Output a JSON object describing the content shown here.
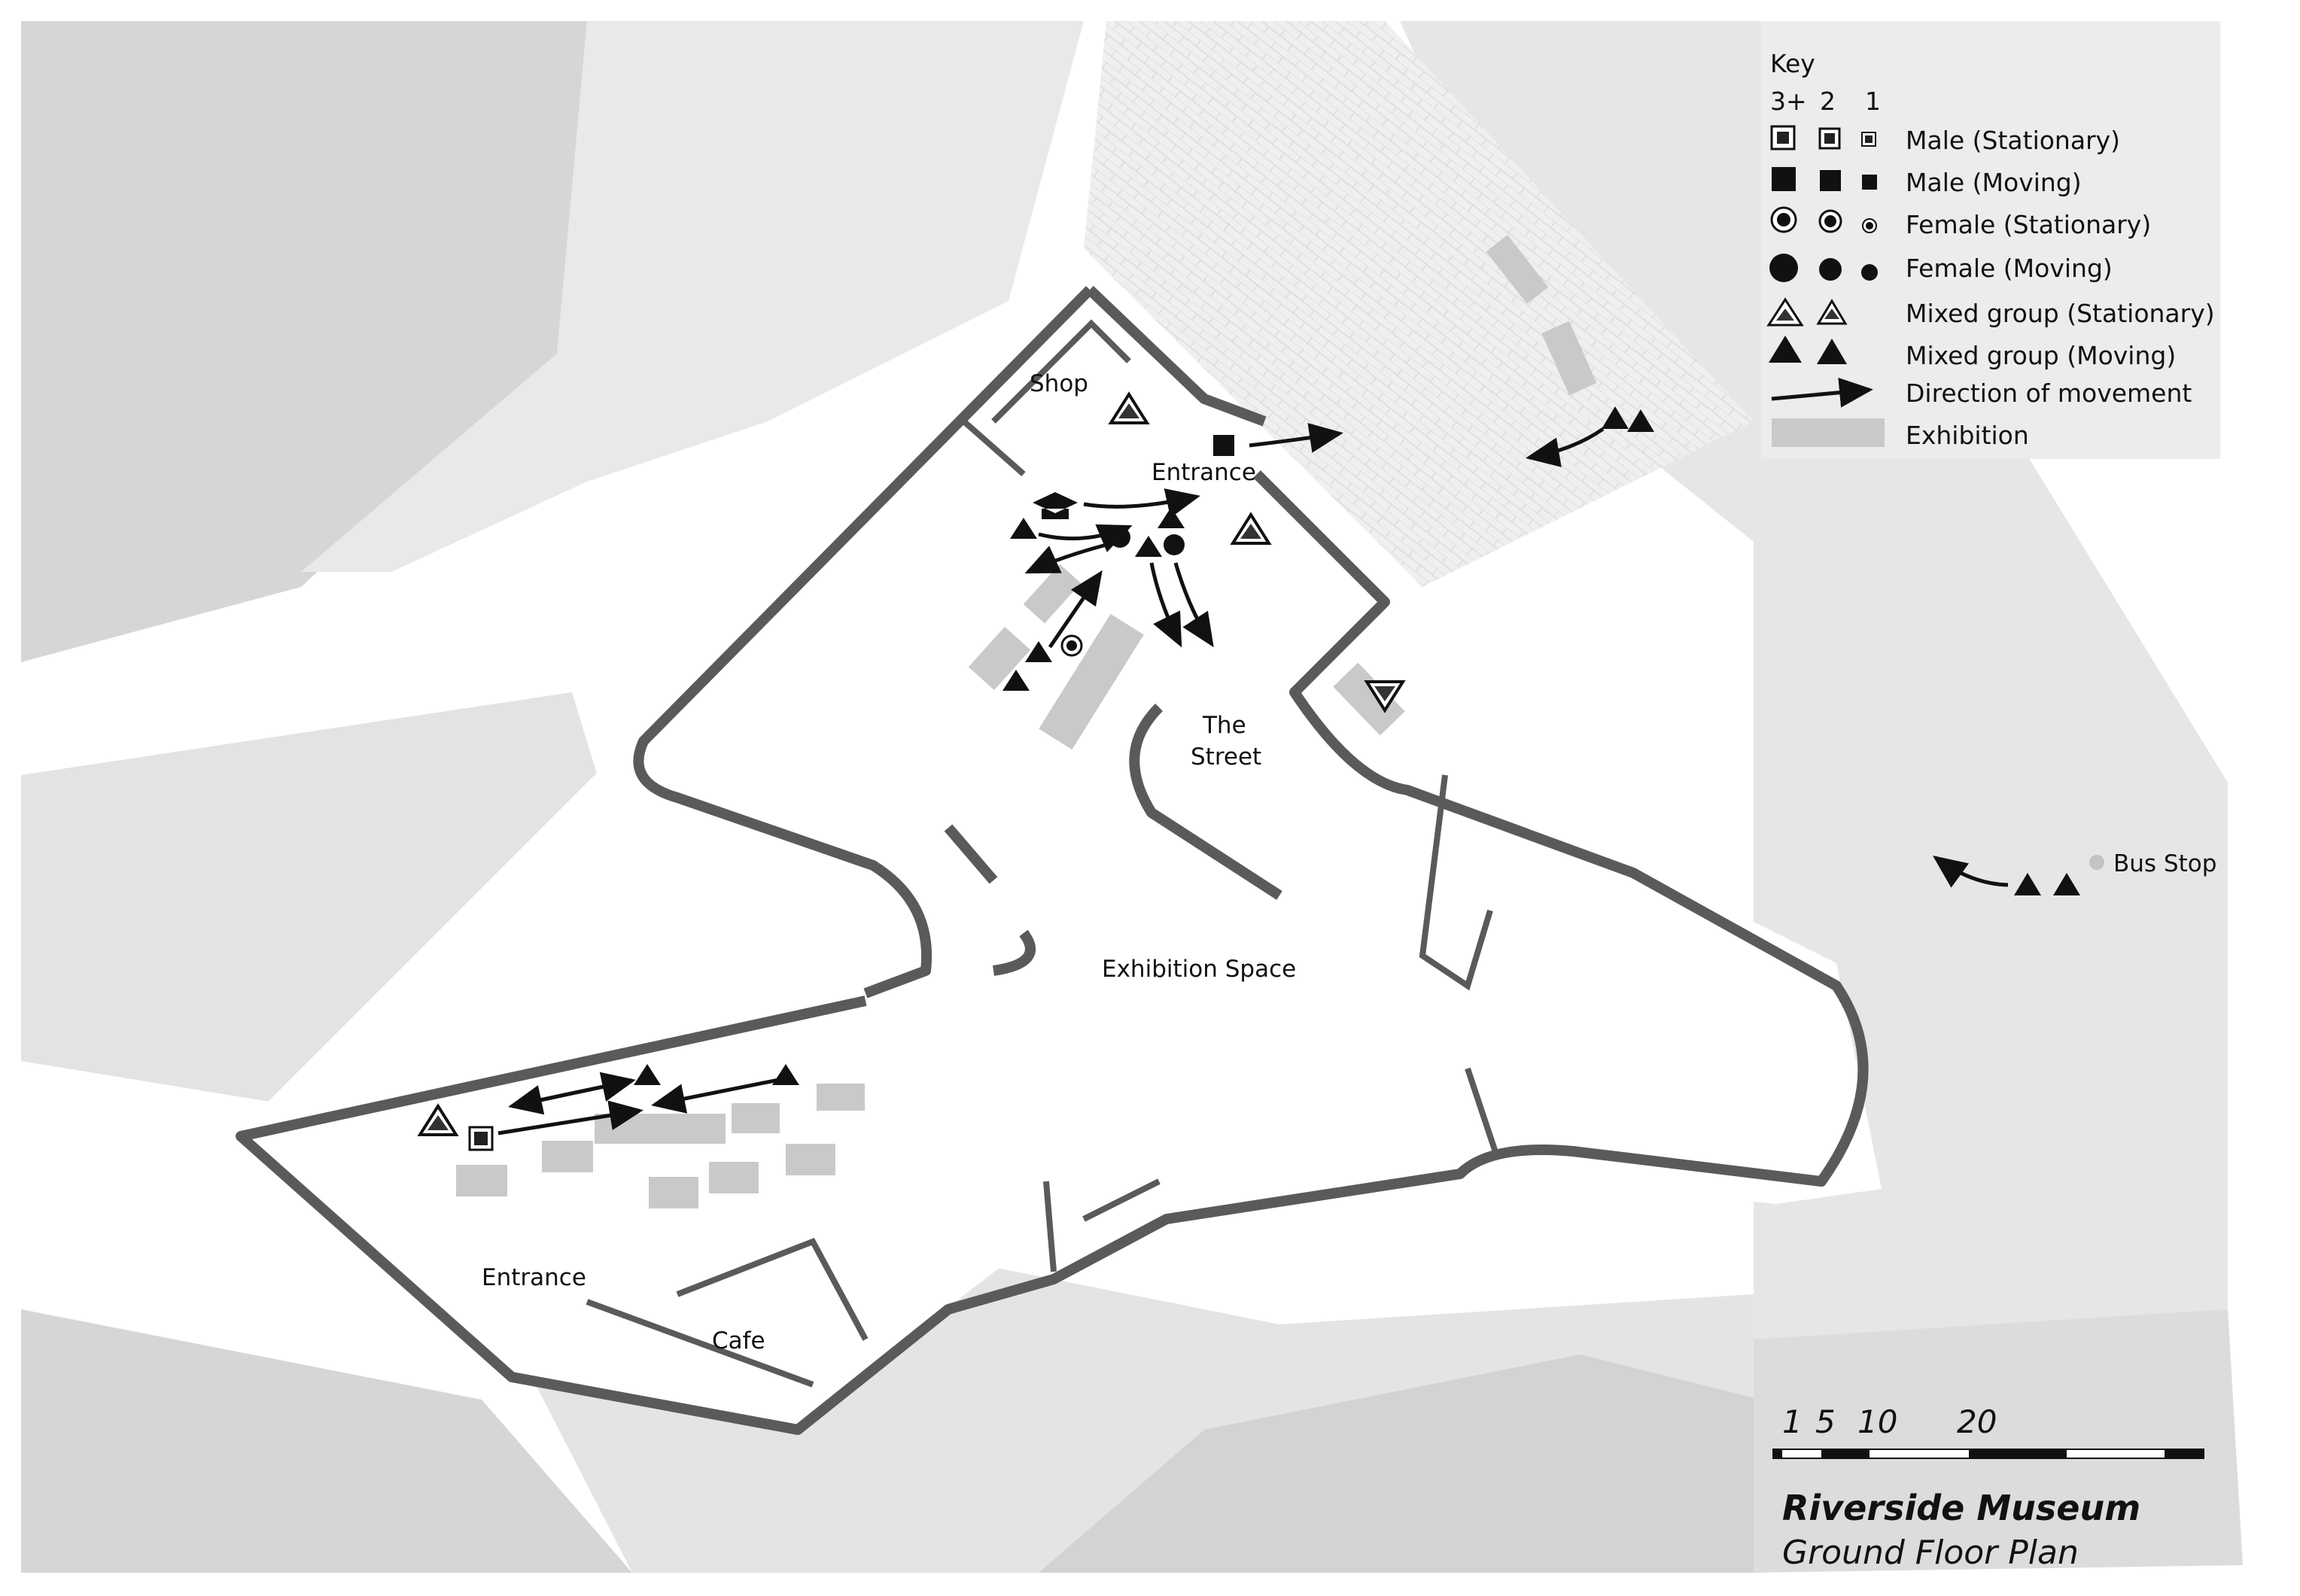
{
  "map": {
    "labels": {
      "shop": "Shop",
      "entrance_north": "Entrance",
      "street_line1": "The",
      "street_line2": "Street",
      "exhibition_space": "Exhibition Space",
      "entrance_south": "Entrance",
      "cafe": "Cafe",
      "bus_stop": "Bus Stop"
    }
  },
  "key": {
    "title": "Key",
    "group_sizes": [
      "3+",
      "2",
      "1"
    ],
    "items": [
      {
        "label": "Male (Stationary)",
        "icon": "square-outlined"
      },
      {
        "label": "Male (Moving)",
        "icon": "square-filled"
      },
      {
        "label": "Female (Stationary)",
        "icon": "circle-outlined"
      },
      {
        "label": "Female (Moving)",
        "icon": "circle-filled"
      },
      {
        "label": "Mixed group (Stationary)",
        "icon": "triangle-outlined"
      },
      {
        "label": "Mixed group (Moving)",
        "icon": "triangle-filled"
      },
      {
        "label": "Direction of movement",
        "icon": "arrow"
      },
      {
        "label": "Exhibition",
        "icon": "grey-rectangle"
      }
    ]
  },
  "scale_bar": {
    "ticks": [
      "1",
      "5",
      "10",
      "20"
    ]
  },
  "title": {
    "main": "Riverside Museum",
    "sub": "Ground Floor Plan"
  },
  "colors": {
    "background_grey": "#d8d8d8",
    "light_grey": "#ebebeb",
    "wall": "#5a5a5a",
    "exhibit": "#c9c9c9",
    "markers": "#111111"
  }
}
